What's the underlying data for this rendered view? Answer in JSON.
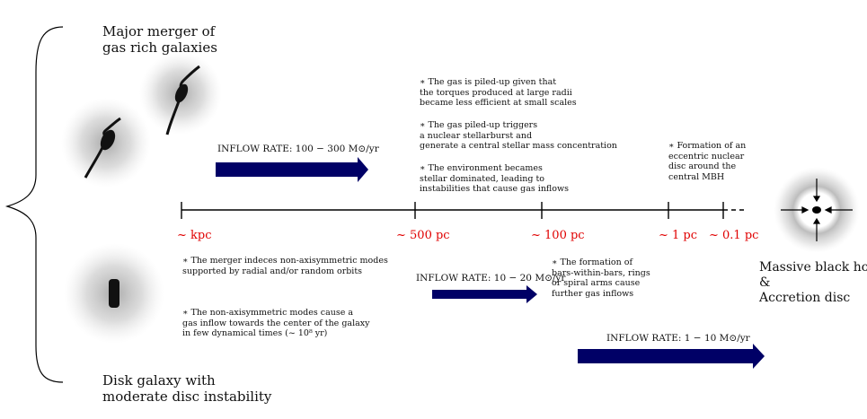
{
  "top_galaxy_label": [
    "Major merger of",
    "gas rich galaxies"
  ],
  "bottom_galaxy_label": [
    "Disk galaxy with",
    "moderate disc instability"
  ],
  "mbh_label": [
    "Massive black hole",
    "&",
    "Accretion disc"
  ],
  "scale_ticks": [
    "~ kpc",
    "~ 500 pc",
    "~ 100 pc",
    "~ 1 pc",
    "~ 0.1 pc"
  ],
  "inflow_rates": {
    "major_merger": "INFLOW RATE: 100 − 300 M⊙/yr",
    "bars": "INFLOW RATE: 10 − 20 M⊙/yr",
    "nuclear": "INFLOW RATE: 1 − 10 M⊙/yr"
  },
  "notes_top": [
    [
      "∗ The gas is piled-up given that",
      "the torques produced at large radii",
      "became less efficient at small scales"
    ],
    [
      "∗ The gas piled-up triggers",
      "a nuclear stellarburst and",
      "generate a central stellar mass concentration"
    ],
    [
      "∗ The environment becames",
      "stellar dominated, leading to",
      "instabilities that cause gas inflows"
    ]
  ],
  "note_nuclear_disc": [
    "∗ Formation of an",
    "eccentric nuclear",
    "disc around the",
    "central MBH"
  ],
  "notes_bottom_left": [
    [
      "∗ The merger indeces non-axisymmetric modes",
      "supported by radial and/or random orbits"
    ],
    [
      "∗ The non-axisymmetric modes cause a",
      "gas inflow towards the center of the galaxy",
      "in few dynamical times (~ 10⁸ yr)"
    ]
  ],
  "note_bars": [
    "∗ The formation of",
    "bars-within-bars, rings",
    "or spiral arms cause",
    "further gas inflows"
  ],
  "colors": {
    "arrow": "#000066",
    "tick_label": "#e00000",
    "line": "#000000"
  }
}
